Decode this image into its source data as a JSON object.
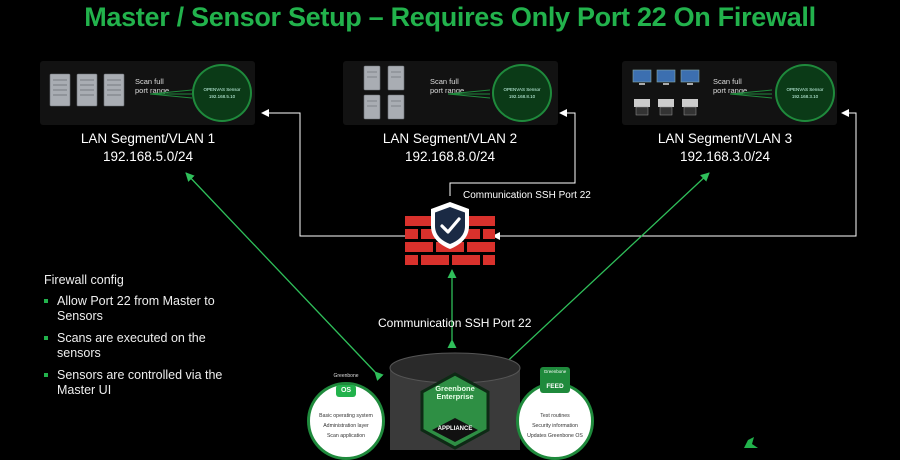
{
  "title": "Master / Sensor Setup – Requires Only Port 22 On Firewall",
  "colors": {
    "accent": "#22b24c",
    "firewall_red": "#d9312c",
    "shield": "#1a2a44"
  },
  "segments": [
    {
      "label": "LAN Segment/VLAN 1",
      "subnet": "192.168.5.0/24",
      "scan_line1": "Scan full",
      "scan_line2": "port range",
      "sensor_line1": "OPENVAS Sensor",
      "sensor_line2": "192.168.5.10"
    },
    {
      "label": "LAN Segment/VLAN 2",
      "subnet": "192.168.8.0/24",
      "scan_line1": "Scan full",
      "scan_line2": "port range",
      "sensor_line1": "OPENVAS Sensor",
      "sensor_line2": "192.168.8.10"
    },
    {
      "label": "LAN Segment/VLAN 3",
      "subnet": "192.168.3.0/24",
      "scan_line1": "Scan full",
      "scan_line2": "port range",
      "sensor_line1": "OPENVAS Sensor",
      "sensor_line2": "192.168.3.10"
    }
  ],
  "connections": {
    "top": "Communication SSH Port 22",
    "bottom": "Communication SSH Port 22"
  },
  "firewall_config": {
    "heading": "Firewall config",
    "items": [
      "Allow Port 22 from Master to Sensors",
      "Scans are executed on the sensors",
      "Sensors are controlled via the Master UI"
    ]
  },
  "master": {
    "os_brand": "Greenbone",
    "os_label": "OS",
    "os_items": [
      "Basic operating system",
      "Administration layer",
      "Scan application"
    ],
    "appliance_line1": "Greenbone",
    "appliance_line2": "Enterprise",
    "appliance_label": "APPLIANCE",
    "feed_brand": "Greenbone",
    "feed_label": "FEED",
    "feed_items": [
      "Test routines",
      "Security information",
      "Updates Greenbone OS"
    ]
  }
}
